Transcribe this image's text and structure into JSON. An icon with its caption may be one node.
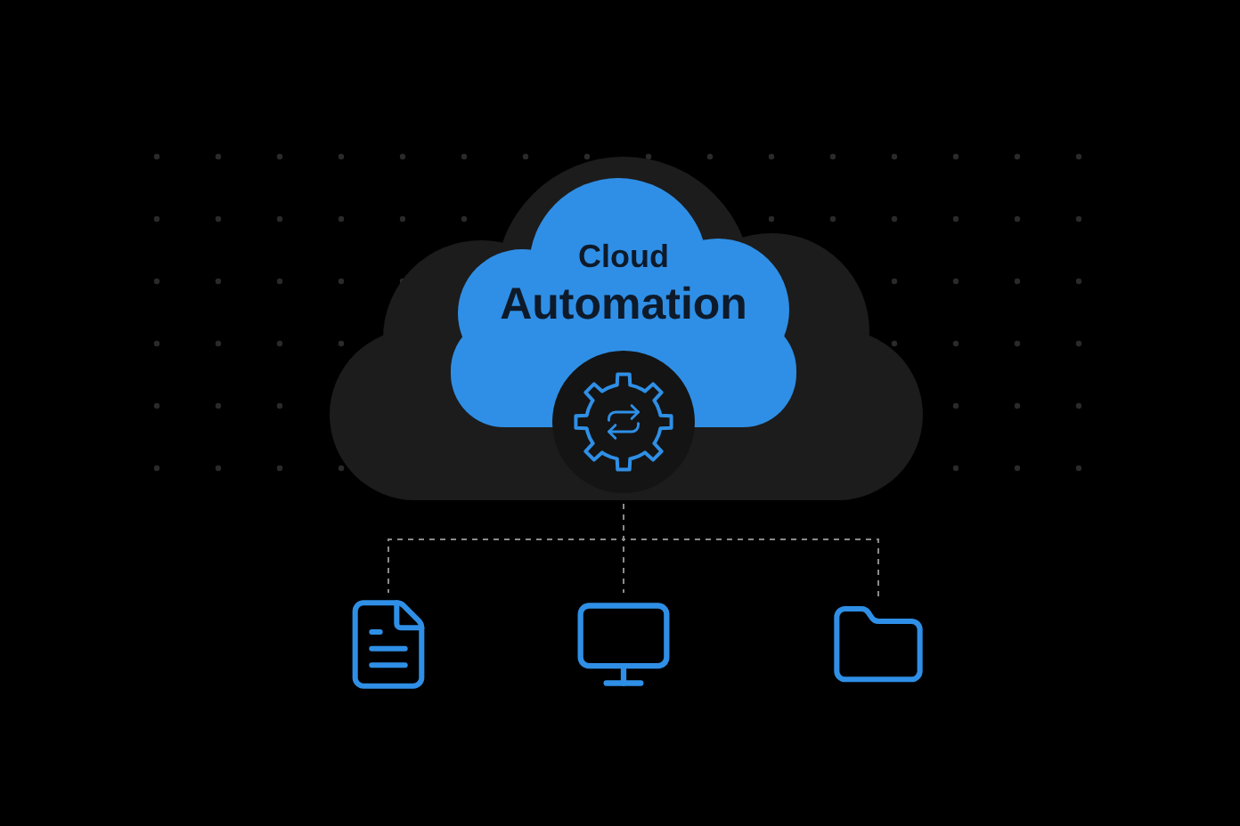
{
  "diagram": {
    "nodes": [
      {
        "text": [
          "Cloud",
          "Automation"
        ]
      },
      {
        "text": [],
        "shape": "circle",
        "in": 0
      },
      {
        "text": [],
        "shape": "document"
      },
      {
        "text": [],
        "shape": "monitor"
      },
      {
        "text": [],
        "shape": "folder"
      }
    ],
    "edges": [
      {
        "from": 1,
        "to": 2,
        "arrow": "none",
        "style": "dashed"
      },
      {
        "from": 1,
        "to": 3,
        "arrow": "none",
        "style": "dashed"
      },
      {
        "from": 1,
        "to": 4,
        "arrow": "none",
        "style": "dashed"
      }
    ]
  }
}
